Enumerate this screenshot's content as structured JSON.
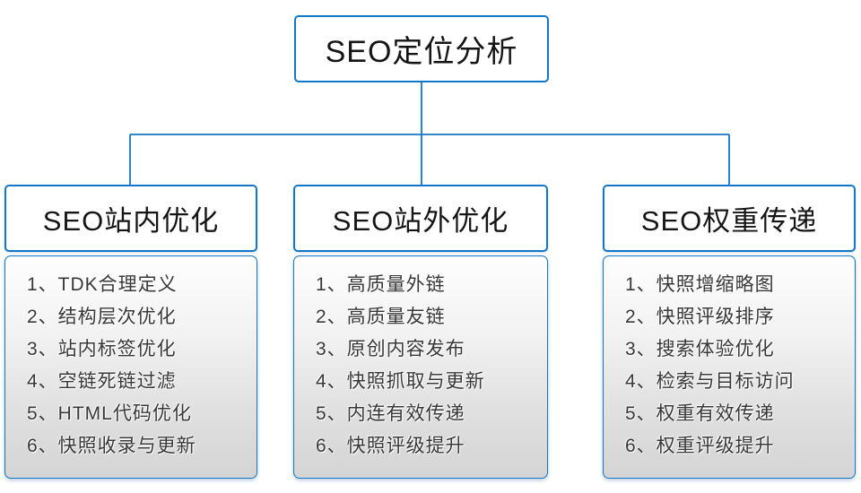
{
  "diagram": {
    "accent_color": "#1277c8",
    "body_gradient_bottom": "#d4d4d4",
    "root": {
      "label": "SEO定位分析"
    },
    "columns": [
      {
        "title": "SEO站内优化",
        "items": [
          "1、TDK合理定义",
          "2、结构层次优化",
          "3、站内标签优化",
          "4、空链死链过滤",
          "5、HTML代码优化",
          "6、快照收录与更新"
        ]
      },
      {
        "title": "SEO站外优化",
        "items": [
          "1、高质量外链",
          "2、高质量友链",
          "3、原创内容发布",
          "4、快照抓取与更新",
          "5、内连有效传递",
          "6、快照评级提升"
        ]
      },
      {
        "title": "SEO权重传递",
        "items": [
          "1、快照增缩略图",
          "2、快照评级排序",
          "3、搜索体验优化",
          "4、检索与目标访问",
          "5、权重有效传递",
          "6、权重评级提升"
        ]
      }
    ]
  }
}
